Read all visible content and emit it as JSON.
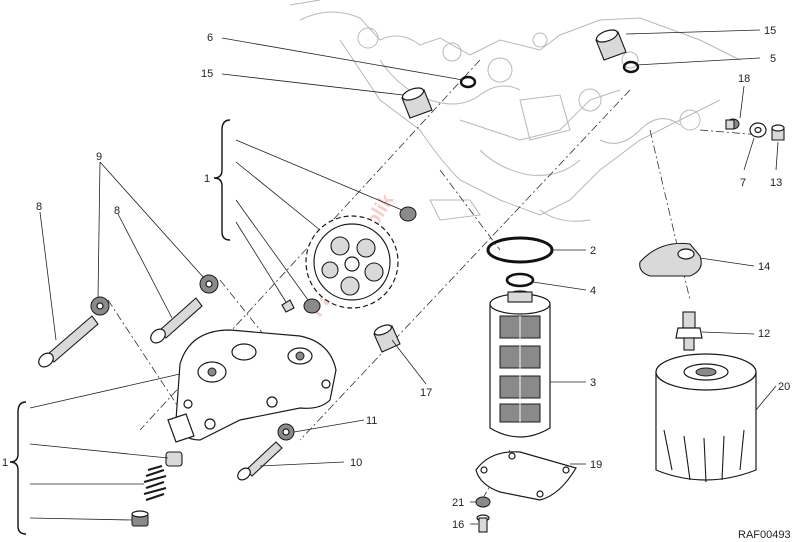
{
  "watermark": "Parts Republik",
  "drawing_code": "RAF00493",
  "callouts": {
    "c1_top": "1",
    "c1_bottom": "1",
    "c2": "2",
    "c3": "3",
    "c4": "4",
    "c5": "5",
    "c6": "6",
    "c7": "7",
    "c8_left": "8",
    "c8_mid": "8",
    "c9": "9",
    "c10": "10",
    "c11": "11",
    "c12": "12",
    "c13": "13",
    "c14": "14",
    "c15_left": "15",
    "c15_right": "15",
    "c16": "16",
    "c17": "17",
    "c18": "18",
    "c19": "19",
    "c20": "20",
    "c21": "21"
  }
}
